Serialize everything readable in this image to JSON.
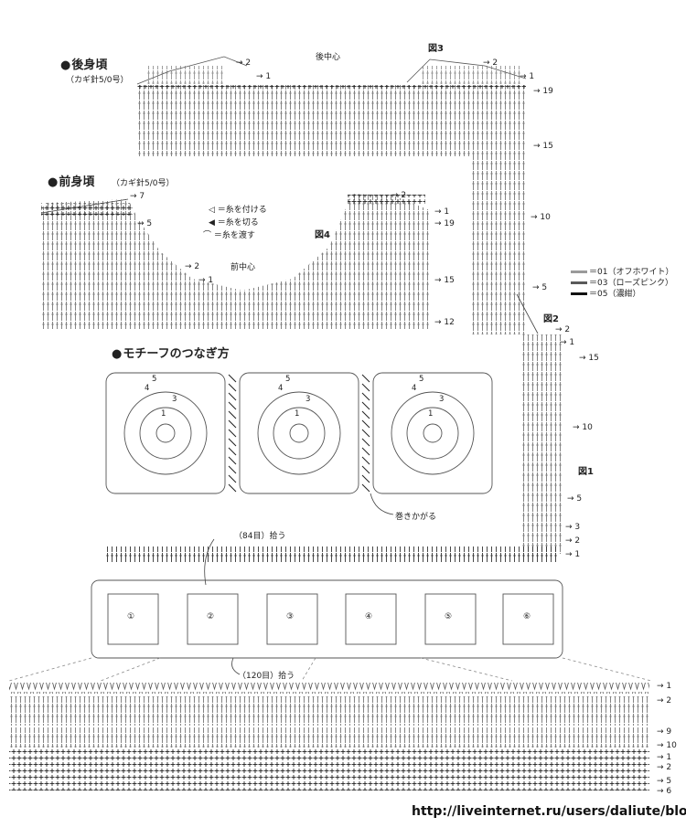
{
  "sections": {
    "back": {
      "title": "後身頃",
      "hook": "（カギ針5/0号）",
      "center": "後中心"
    },
    "front": {
      "title": "前身頃",
      "hook": "（カギ針5/0号）",
      "center": "前中心"
    },
    "motif": {
      "title": "モチーフのつなぎ方",
      "join": "巻きかがる"
    }
  },
  "figures": {
    "fig1": "図1",
    "fig2": "図2",
    "fig3": "図3",
    "fig4": "図4"
  },
  "symbols": {
    "attach": "＝糸を付ける",
    "cut": "＝糸を切る",
    "carry": "＝糸を渡す"
  },
  "colors_legend": [
    {
      "label": "＝01（オフホワイト）",
      "color": "#9a9a9a"
    },
    {
      "label": "＝03（ローズピンク）",
      "color": "#5a5a5a"
    },
    {
      "label": "＝05（濃紺）",
      "color": "#111111"
    }
  ],
  "pickup": {
    "top": "（84目）拾う",
    "bottom": "（120目）拾う"
  },
  "motif_numbers": [
    "①",
    "②",
    "③",
    "④",
    "⑤",
    "⑥"
  ],
  "motif_round_labels": [
    "5",
    "4",
    "3",
    "1"
  ],
  "row_labels": {
    "back_left": [
      "2",
      "1"
    ],
    "back_right": [
      "2",
      "1",
      "19",
      "15"
    ],
    "front_left": [
      "7",
      "5",
      "2",
      "1"
    ],
    "front_right": [
      "2",
      "1",
      "19",
      "15",
      "12"
    ],
    "fig1": [
      "10",
      "5",
      "2",
      "1",
      "15",
      "10",
      "5",
      "3",
      "2",
      "1"
    ],
    "bottom": [
      "1",
      "2",
      "9",
      "10",
      "1",
      "2",
      "5",
      "6"
    ]
  },
  "url": "http://liveinternet.ru/users/daliute/blog"
}
